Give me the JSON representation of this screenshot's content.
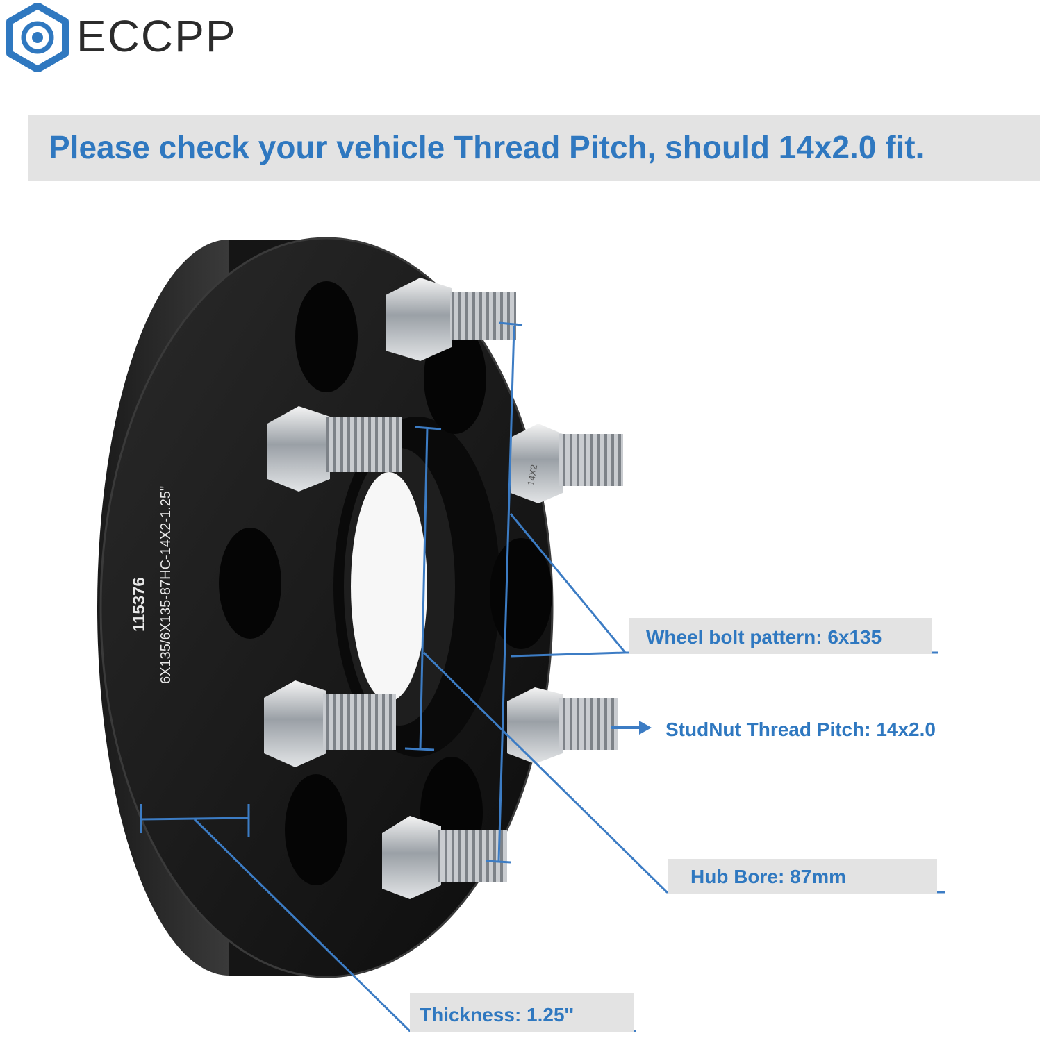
{
  "brand": {
    "name": "ECCPP"
  },
  "banner": {
    "text": "Please check your vehicle Thread Pitch, should 14x2.0 fit."
  },
  "product": {
    "engraving_part_number": "115376",
    "engraving_spec": "6X135/6X135-87HC-14X2-1.25\"",
    "stud_marking": "14X2"
  },
  "callouts": {
    "bolt_pattern": "Wheel bolt pattern: 6x135",
    "thread_pitch": "StudNut Thread Pitch: 14x2.0",
    "hub_bore": "Hub Bore: 87mm",
    "thickness": "Thickness: 1.25''"
  },
  "colors": {
    "accent_blue": "#2f78c0",
    "banner_gray": "#e3e3e3",
    "spacer_black": "#151515"
  }
}
